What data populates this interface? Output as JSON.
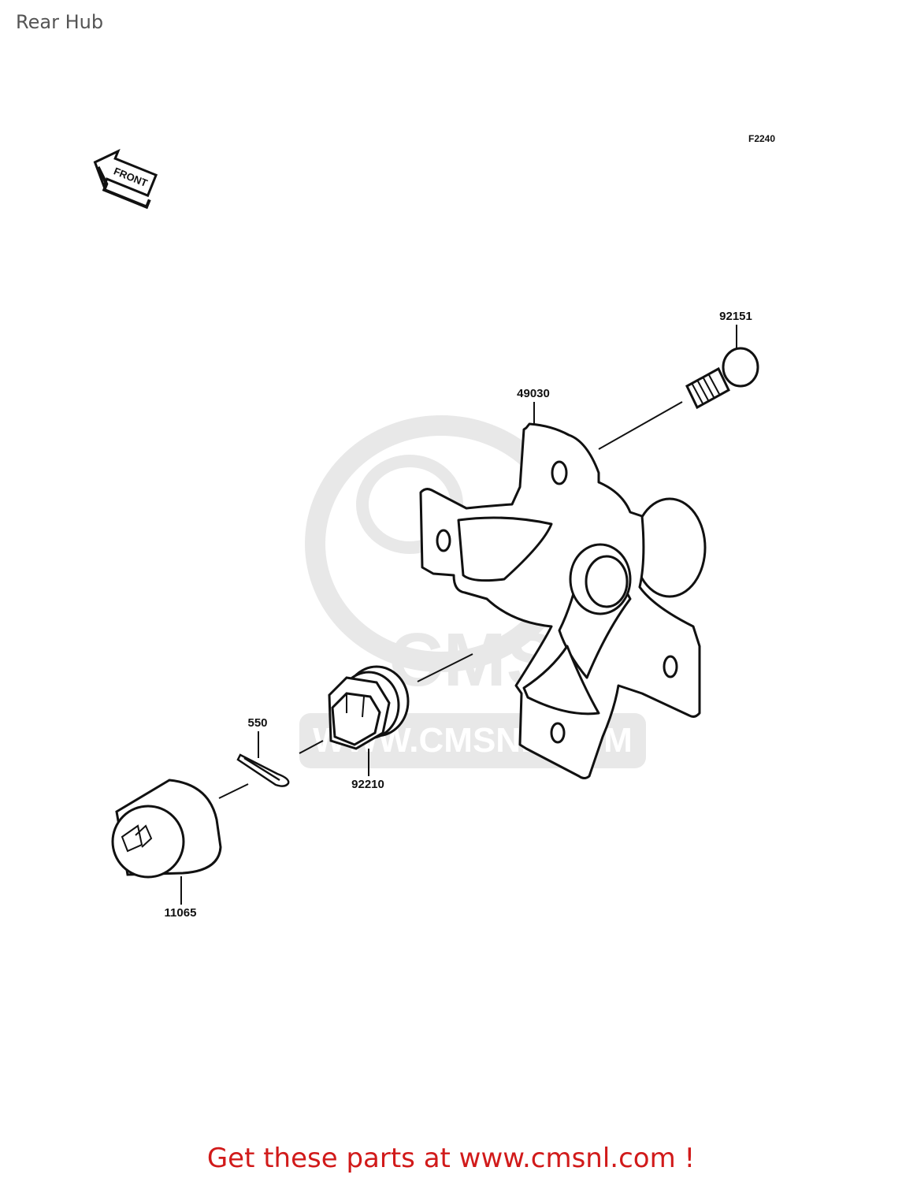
{
  "page": {
    "title": "Rear Hub"
  },
  "figure": {
    "code": "F2240"
  },
  "front_indicator": {
    "label": "FRONT",
    "icon": "front-arrow-icon"
  },
  "parts": [
    {
      "number": "92151",
      "icon": "stud-bolt-icon"
    },
    {
      "number": "49030",
      "icon": "wheel-hub-icon"
    },
    {
      "number": "550",
      "icon": "cotter-pin-icon"
    },
    {
      "number": "92210",
      "icon": "castle-nut-icon"
    },
    {
      "number": "11065",
      "icon": "hub-cap-icon"
    }
  ],
  "watermark": {
    "brand": "CMS",
    "url": "WWW.CMSNL.COM"
  },
  "footer": {
    "cta": "Get these parts at www.cmsnl.com !"
  },
  "colors": {
    "line": "#111111",
    "watermark": "#e6e6e6",
    "cta": "#d11a1a",
    "title": "#555555"
  }
}
